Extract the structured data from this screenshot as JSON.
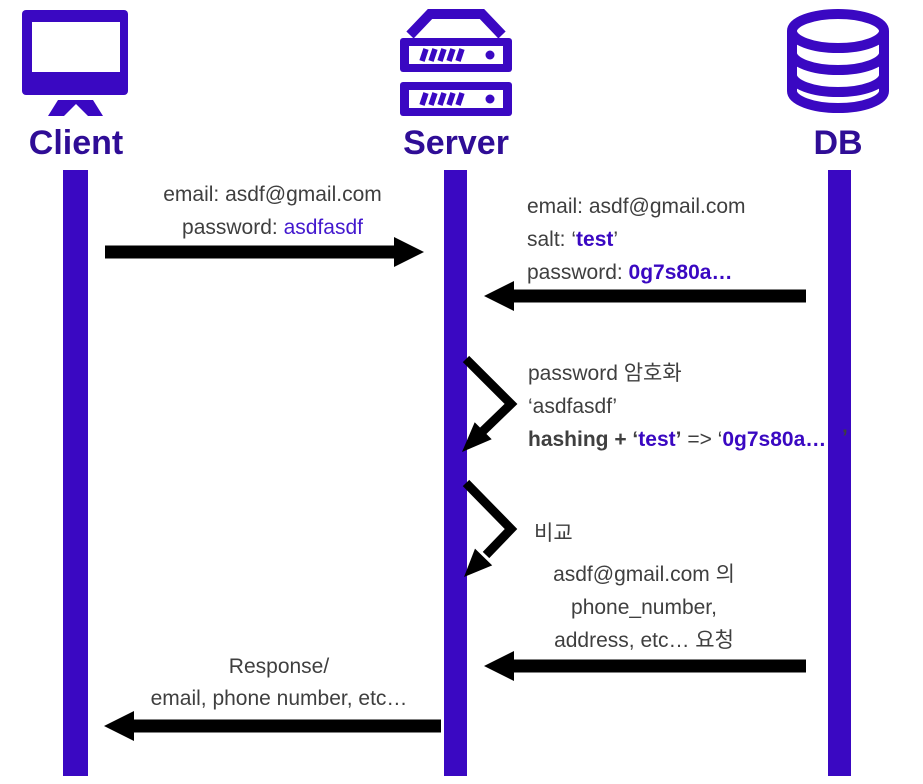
{
  "colors": {
    "purple_primary": "#3A08C2",
    "purple_value": "#4318CE",
    "purple_label": "#2F0D96",
    "text_gray": "#3F3F3F",
    "arrow_black": "#000000",
    "background": "#FFFFFF"
  },
  "actors": {
    "client": {
      "label": "Client",
      "icon": "monitor-icon"
    },
    "server": {
      "label": "Server",
      "icon": "server-rack-icon"
    },
    "db": {
      "label": "DB",
      "icon": "database-icon"
    }
  },
  "messages": {
    "login_request": {
      "from": "client",
      "to": "server",
      "line1": "email: asdf@gmail.com",
      "password_label": "password: ",
      "password_value": "asdfasdf"
    },
    "db_record": {
      "from": "db",
      "to": "server",
      "line1": "email: asdf@gmail.com",
      "salt_label": "salt: ‘",
      "salt_value": "test",
      "salt_suffix": "’",
      "password_label": "password: ",
      "password_value": "0g7s80a…"
    },
    "hashing_note": {
      "on": "server",
      "line1": "password 암호화",
      "line2": "‘asdfasdf’",
      "line3_prefix": "hashing + ‘",
      "line3_salt": "test",
      "line3_quote": "’",
      "line3_arrow": " => ‘",
      "line3_hash": "0g7s80a…",
      "line3_suffix": "’"
    },
    "compare_note": {
      "on": "server",
      "label": "비교"
    },
    "data_request": {
      "from": "db",
      "to": "server",
      "line1": "asdf@gmail.com 의",
      "line2": "phone_number,",
      "line3": "address, etc… 요청"
    },
    "response": {
      "from": "server",
      "to": "client",
      "line1": "Response/",
      "line2": "email, phone number, etc…"
    }
  }
}
